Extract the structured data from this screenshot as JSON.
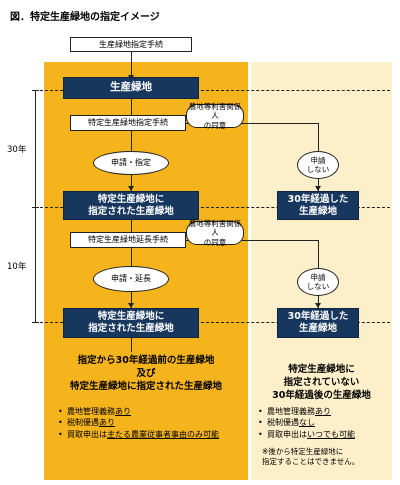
{
  "title": "図．特定生産緑地の指定イメージ",
  "flow": {
    "top_box": "生産緑地指定手続",
    "production_green": "生産緑地",
    "designation_procedure": "特定生産緑地指定手続",
    "consent_callout_1": "農地等利害関係人\nの同意",
    "apply_designate": "申請・指定",
    "no_apply_1": "申請\nしない",
    "specified_green_1": "特定生産緑地に\n指定された生産緑地",
    "after30_1": "30年経過した\n生産緑地",
    "extension_procedure": "特定生産緑地延長手続",
    "consent_callout_2": "農地等利害関係人\nの同意",
    "apply_extend": "申請・延長",
    "no_apply_2": "申請\nしない",
    "specified_green_2": "特定生産緑地に\n指定された生産緑地",
    "after30_2": "30年経過した\n生産緑地"
  },
  "timeline": {
    "label_30": "30年",
    "label_10": "10年"
  },
  "left_summary": {
    "heading": "指定から30年経過前の生産緑地\n及び\n特定生産緑地に指定された生産緑地",
    "items": [
      {
        "pre": "農地管理義務",
        "u": "あり",
        "post": ""
      },
      {
        "pre": "税制優遇",
        "u": "あり",
        "post": ""
      },
      {
        "pre": "買取申出は",
        "u": "主たる農業従事者事由のみ可能",
        "post": ""
      }
    ]
  },
  "right_summary": {
    "heading": "特定生産緑地に\n指定されていない\n30年経過後の生産緑地",
    "items": [
      {
        "pre": "農地管理義務",
        "u": "あり",
        "post": ""
      },
      {
        "pre": "税制優遇",
        "u": "なし",
        "post": ""
      },
      {
        "pre": "買取申出は",
        "u": "いつでも可能",
        "post": ""
      }
    ],
    "note": "※後から特定生産緑地に\n指定することはできません。"
  }
}
